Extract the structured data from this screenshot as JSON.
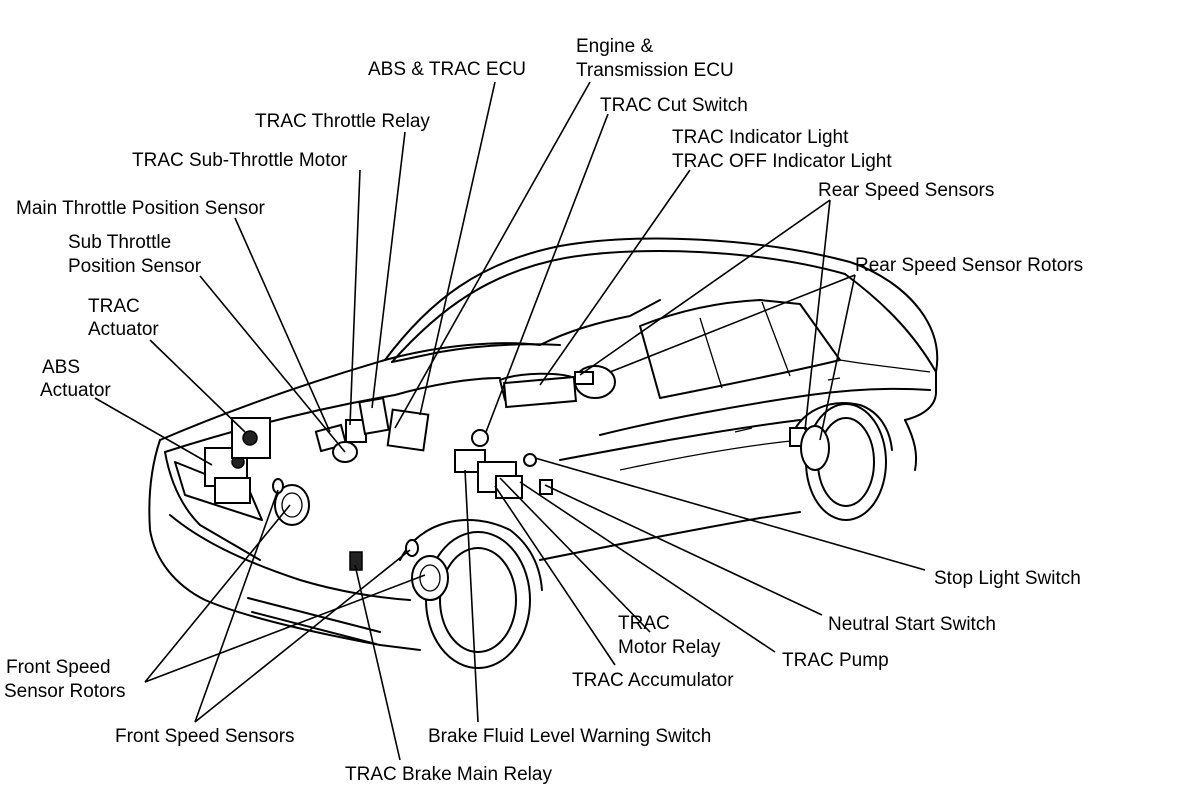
{
  "labels": {
    "abs_trac_ecu": "ABS & TRAC ECU",
    "engine_ecu_1": "Engine &",
    "engine_ecu_2": "Transmission ECU",
    "trac_cut_switch": "TRAC Cut Switch",
    "indicator_1": "TRAC Indicator Light",
    "indicator_2": "TRAC OFF Indicator Light",
    "rear_speed_sensors": "Rear Speed Sensors",
    "rear_rotors": "Rear Speed Sensor Rotors",
    "throttle_relay": "TRAC Throttle Relay",
    "sub_throttle_motor": "TRAC Sub-Throttle Motor",
    "main_tps": "Main Throttle Position Sensor",
    "sub_tps_1": "Sub Throttle",
    "sub_tps_2": "Position Sensor",
    "actuator_1": "TRAC",
    "actuator_2": "Actuator",
    "abs_actuator_1": "ABS",
    "abs_actuator_2": "Actuator",
    "stop_light_switch": "Stop Light Switch",
    "neutral_start_switch": "Neutral Start Switch",
    "trac_pump": "TRAC Pump",
    "motor_relay_1": "TRAC",
    "motor_relay_2": "Motor Relay",
    "accumulator": "TRAC Accumulator",
    "front_rotors_1": "Front Speed",
    "front_rotors_2": "Sensor Rotors",
    "front_sensors": "Front Speed Sensors",
    "brake_fluid_switch": "Brake Fluid Level Warning Switch",
    "brake_main_relay": "TRAC Brake Main Relay"
  }
}
